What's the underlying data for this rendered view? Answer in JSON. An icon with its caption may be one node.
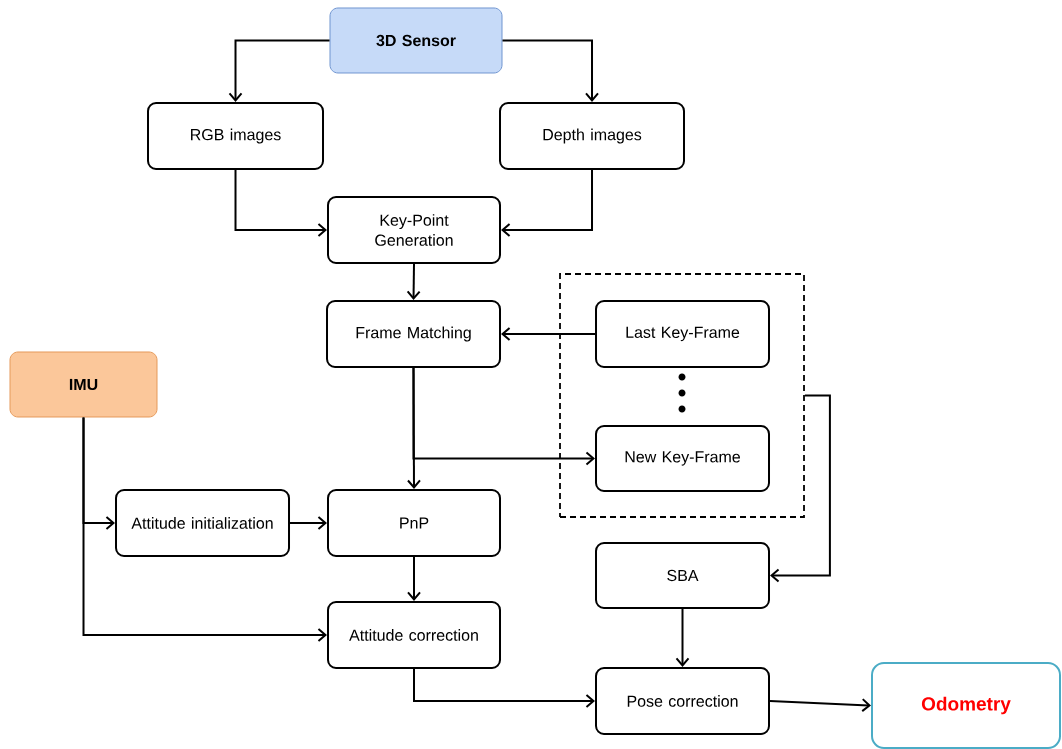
{
  "diagram": {
    "nodes": [
      {
        "text": [
          "3D Sensor"
        ]
      },
      {
        "text": [
          "RGB images"
        ]
      },
      {
        "text": [
          "Depth images"
        ]
      },
      {
        "text": [
          "Key-Point Generation"
        ]
      },
      {
        "text": [],
        "shape": "box"
      },
      {
        "text": [
          "Frame Matching"
        ]
      },
      {
        "text": [
          "Last Key-Frame"
        ],
        "in": 4
      },
      {
        "text": [
          "New Key-Frame"
        ],
        "in": 4
      },
      {
        "text": [
          "IMU"
        ]
      },
      {
        "text": [
          "Attitude initialization"
        ]
      },
      {
        "text": [
          "PnP"
        ]
      },
      {
        "text": [
          "SBA"
        ]
      },
      {
        "text": [
          "Attitude correction"
        ]
      },
      {
        "text": [
          "Pose correction"
        ]
      },
      {
        "text": [
          "Odometry"
        ]
      }
    ],
    "edges": [
      {
        "from": 0,
        "to": 1,
        "arrow": "to"
      },
      {
        "from": 0,
        "to": 2,
        "arrow": "to"
      },
      {
        "from": 1,
        "to": 3,
        "arrow": "to"
      },
      {
        "from": 2,
        "to": 3,
        "arrow": "to"
      },
      {
        "from": 3,
        "to": 5,
        "arrow": "to"
      },
      {
        "from": 6,
        "to": 5,
        "arrow": "to"
      },
      {
        "from": 5,
        "to": 10,
        "arrow": "to"
      },
      {
        "from": 5,
        "to": 7,
        "arrow": "to"
      },
      {
        "from": 8,
        "to": 9,
        "arrow": "to"
      },
      {
        "from": 8,
        "to": 12,
        "arrow": "to"
      },
      {
        "from": 9,
        "to": 10,
        "arrow": "to"
      },
      {
        "from": 10,
        "to": 12,
        "arrow": "to"
      },
      {
        "from": 4,
        "to": 11,
        "arrow": "to"
      },
      {
        "from": 11,
        "to": 13,
        "arrow": "to"
      },
      {
        "from": 12,
        "to": 13,
        "arrow": "to"
      },
      {
        "from": 13,
        "to": 14,
        "arrow": "to"
      }
    ]
  }
}
